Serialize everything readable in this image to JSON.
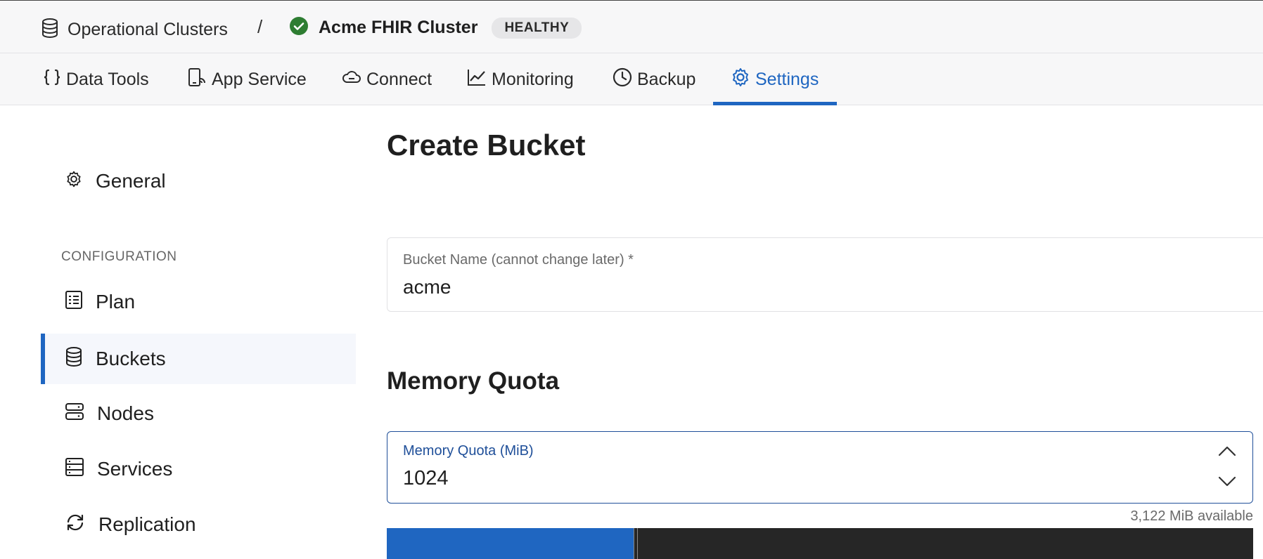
{
  "breadcrumb": {
    "root_label": "Operational Clusters",
    "separator": "/",
    "cluster_name": "Acme FHIR Cluster",
    "status": "HEALTHY"
  },
  "tabs": [
    {
      "label": "Data Tools",
      "icon": "braces-icon"
    },
    {
      "label": "App Service",
      "icon": "mobile-sync-icon"
    },
    {
      "label": "Connect",
      "icon": "cloud-connect-icon"
    },
    {
      "label": "Monitoring",
      "icon": "chart-line-icon"
    },
    {
      "label": "Backup",
      "icon": "clock-icon"
    },
    {
      "label": "Settings",
      "icon": "gear-icon",
      "active": true
    }
  ],
  "sidebar": {
    "general": "General",
    "section_label": "CONFIGURATION",
    "items": [
      {
        "label": "Plan",
        "icon": "checklist-icon"
      },
      {
        "label": "Buckets",
        "icon": "database-icon",
        "active": true
      },
      {
        "label": "Nodes",
        "icon": "server-icon"
      },
      {
        "label": "Services",
        "icon": "services-icon"
      },
      {
        "label": "Replication",
        "icon": "sync-icon"
      }
    ]
  },
  "main": {
    "title": "Create Bucket",
    "bucket_name": {
      "label": "Bucket Name (cannot change later) *",
      "value": "acme"
    },
    "memory_section_title": "Memory Quota",
    "memory_quota": {
      "label": "Memory Quota (MiB)",
      "value": "1024",
      "available": "3,122 MiB available",
      "fill_fraction": 0.2847
    }
  },
  "colors": {
    "accent": "#1f66c1",
    "healthy": "#2e7d32",
    "bar_dark": "#262626"
  }
}
